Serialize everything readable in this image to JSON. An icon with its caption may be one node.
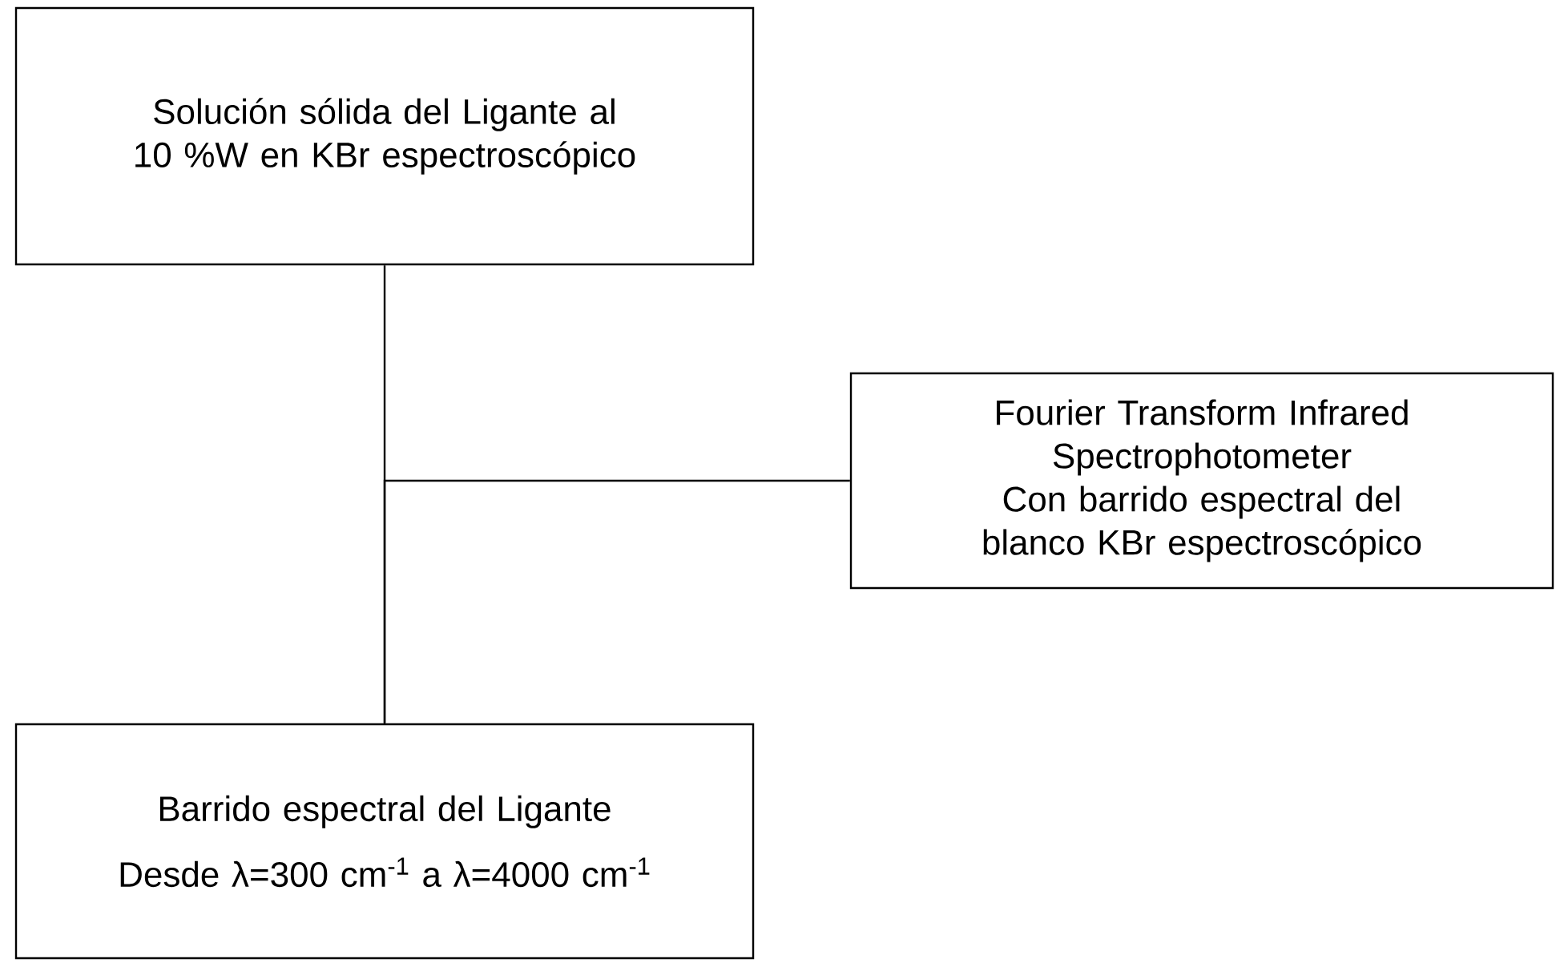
{
  "diagram": {
    "nodes": [
      {
        "text": [
          "Solución sólida del Ligante al 10 %W en KBr espectroscópico"
        ]
      },
      {
        "text": [
          "Fourier Transform Infrared Spectrophotometer",
          "Con barrido espectral del blanco KBr espectroscópico"
        ]
      },
      {
        "text": [
          "Barrido espectral del Ligante",
          "Desde λ=300 cm$^{-1}$ a λ=4000 cm$^{-1}$"
        ]
      }
    ],
    "edges": [
      {
        "from": 0,
        "to": 2,
        "arrow": "none"
      },
      {
        "from": 1,
        "to": 2,
        "arrow": "none"
      }
    ]
  }
}
